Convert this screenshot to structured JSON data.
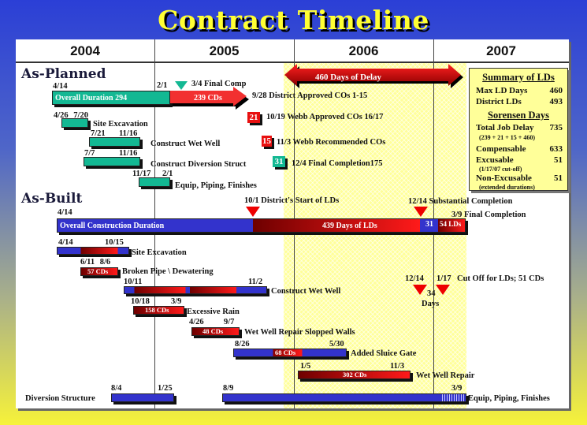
{
  "title": "Contract Timeline",
  "years": [
    "2004",
    "2005",
    "2006",
    "2007"
  ],
  "delay_arrow": "460 Days of Delay",
  "planned": {
    "heading": "As-Planned",
    "overall": {
      "start": "4/14",
      "end": "2/1",
      "label": "Overall Duration 294",
      "extension": "239 CDs",
      "milestone": "3/4 Final Comp"
    },
    "tasks": [
      {
        "start": "4/26",
        "end": "7/20",
        "label": "Site Excavation"
      },
      {
        "start": "7/21",
        "end": "11/16",
        "label": "Construct Wet Well"
      },
      {
        "start": "7/7",
        "end": "11/16",
        "label": "Construct Diversion Struct"
      },
      {
        "start": "11/17",
        "end": "2/1",
        "label": "Equip, Piping, Finishes"
      }
    ],
    "events": [
      {
        "badge": "",
        "text": "9/28  District Approved COs 1-15"
      },
      {
        "badge": "21",
        "text": "10/19  Webb Approved COs 16/17"
      },
      {
        "badge": "15",
        "text": "11/3  Webb Recommended COs"
      },
      {
        "badge": "31",
        "text": "12/4  Final Completion175"
      }
    ]
  },
  "summary": {
    "title": "Summary of LDs",
    "max_ld_label": "Max LD Days",
    "max_ld": "460",
    "district_label": "District LDs",
    "district": "493",
    "sorensen_title": "Sorensen Days",
    "total_label": "Total Job Delay",
    "total": "735",
    "total_note": "(239 + 21 + 15 + 460)",
    "comp_label": "Compensable",
    "comp": "633",
    "exc_label": "Excusable",
    "exc": "51",
    "exc_note": "(1/17/07 cut-off)",
    "nonexc_label": "Non-Excusable",
    "nonexc": "51",
    "nonexc_note": "(extended durations)"
  },
  "built": {
    "heading": "As-Built",
    "overall": {
      "start": "4/14",
      "label": "Overall Construction Duration",
      "lds": "439 Days of LDs",
      "seg31": "31",
      "lds54": "54 LDs"
    },
    "m_start_lds": "10/1 District's Start of LDs",
    "m_subst": "12/14 Substantial Completion",
    "m_final": "3/9 Final Completion",
    "cutoff": {
      "d1": "12/14",
      "d2": "1/17",
      "label": "Cut Off for LDs; 51 CDs",
      "days_num": "34",
      "days": "Days"
    },
    "tasks": [
      {
        "start": "4/14",
        "end": "10/15",
        "label": "Site Excavation"
      },
      {
        "start": "6/11",
        "end": "8/6",
        "label": "Broken Pipe \\ Dewatering",
        "cds": "57 CDs"
      },
      {
        "start": "10/11",
        "end": "11/2",
        "label": "Construct Wet Well"
      },
      {
        "start": "10/18",
        "end": "3/9",
        "label": "Excessive Rain",
        "cds": "158 CDs"
      },
      {
        "start": "4/26",
        "end": "9/7",
        "label": "Wet Well Repair Slopped Walls",
        "cds": "48 CDs"
      },
      {
        "start": "8/26",
        "end": "5/30",
        "label": "Added Sluice Gate",
        "cds": "68 CDs"
      },
      {
        "start": "1/5",
        "end": "11/3",
        "label": "Wet Well Repair",
        "cds": "302 CDs"
      },
      {
        "start": "8/4",
        "end": "1/25",
        "label": "Diversion Structure"
      },
      {
        "start": "8/9",
        "end": "3/9",
        "label": "Equip, Piping, Finishes"
      }
    ]
  }
}
